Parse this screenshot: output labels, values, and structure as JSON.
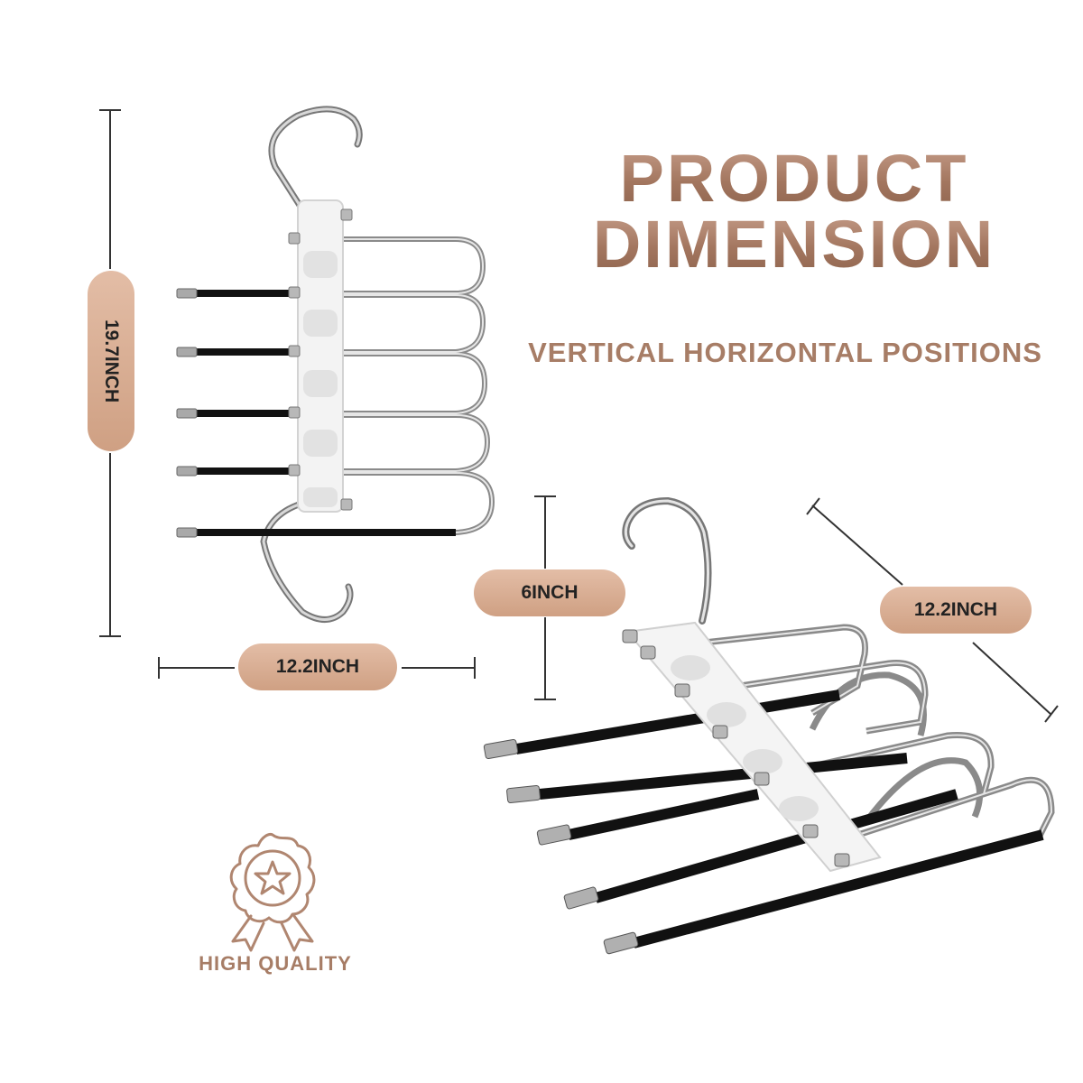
{
  "header": {
    "title_line1": "PRODUCT",
    "title_line2": "DIMENSION",
    "subtitle": "VERTICAL HORIZONTAL POSITIONS"
  },
  "dimensions": {
    "height_label": "19.7INCH",
    "width_label_vertical_view": "12.2INCH",
    "depth_label": "6INCH",
    "length_label_horizontal_view": "12.2INCH"
  },
  "badge": {
    "label": "HIGH QUALITY",
    "icon": "medal-star-icon"
  },
  "colors": {
    "accent": "#b5876e",
    "pill": "#d8ad93",
    "rod": "#111111",
    "metal": "#9a9a9a",
    "clip": "#f4f4f4"
  }
}
